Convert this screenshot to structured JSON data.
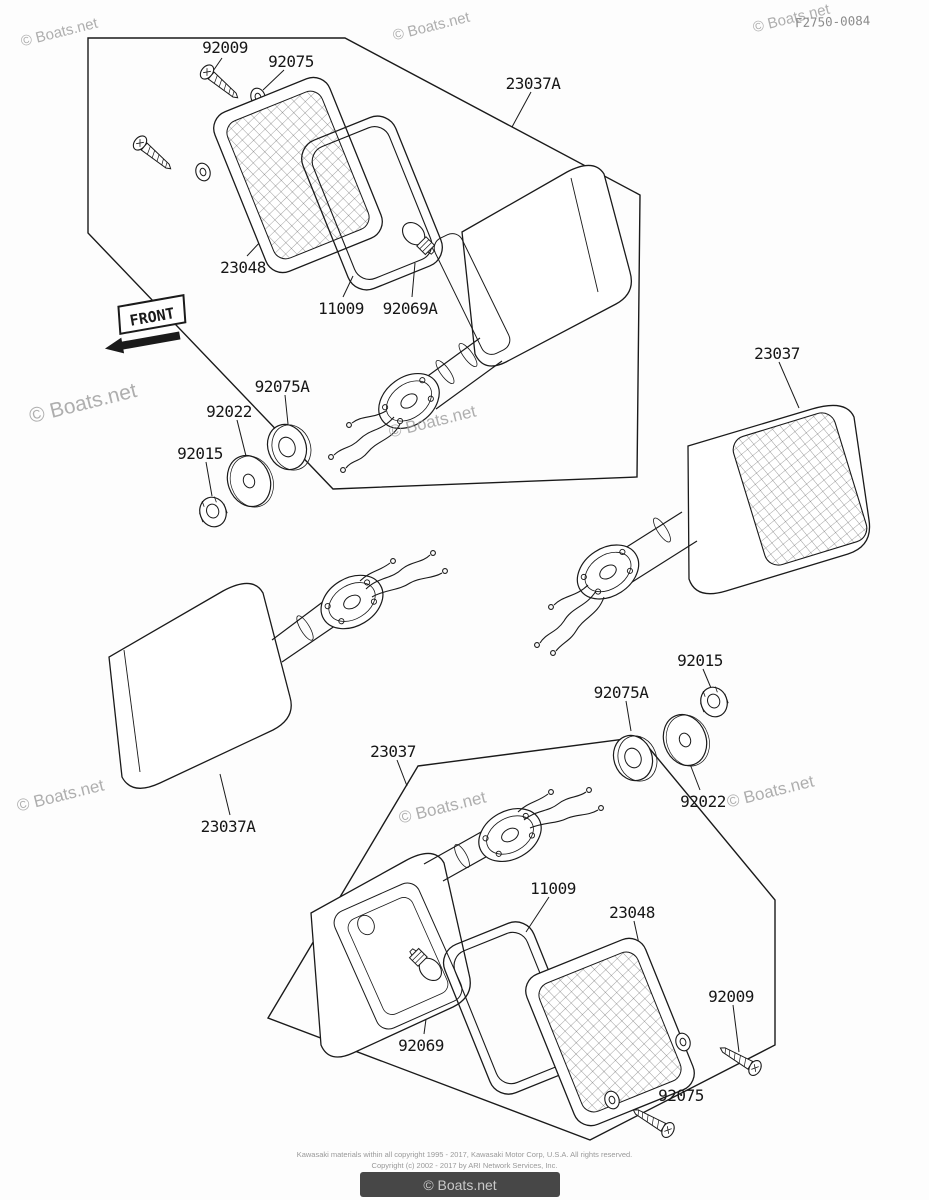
{
  "meta": {
    "diagram_code": "F2750-0084"
  },
  "watermark": {
    "text": "© Boats.net"
  },
  "front_label": "FRONT",
  "footer": {
    "line1": "Kawasaki materials within all copyright 1995 - 2017, Kawasaki Motor Corp, U.S.A.  All rights reserved.",
    "line2": "Copyright (c) 2002 - 2017 by ARI Network Services, Inc."
  },
  "labels": [
    {
      "id": "92009-top",
      "text": "92009"
    },
    {
      "id": "92075-top",
      "text": "92075"
    },
    {
      "id": "23037A-top",
      "text": "23037A"
    },
    {
      "id": "23048-top",
      "text": "23048"
    },
    {
      "id": "11009-top",
      "text": "11009"
    },
    {
      "id": "92069A",
      "text": "92069A"
    },
    {
      "id": "23037-right",
      "text": "23037"
    },
    {
      "id": "92075A-left",
      "text": "92075A"
    },
    {
      "id": "92022-left",
      "text": "92022"
    },
    {
      "id": "92015-left",
      "text": "92015"
    },
    {
      "id": "92015-right",
      "text": "92015"
    },
    {
      "id": "92075A-right",
      "text": "92075A"
    },
    {
      "id": "92022-right",
      "text": "92022"
    },
    {
      "id": "23037-bottom",
      "text": "23037"
    },
    {
      "id": "23037A-left",
      "text": "23037A"
    },
    {
      "id": "11009-bottom",
      "text": "11009"
    },
    {
      "id": "23048-bottom",
      "text": "23048"
    },
    {
      "id": "92009-bottom",
      "text": "92009"
    },
    {
      "id": "92069",
      "text": "92069"
    },
    {
      "id": "92075-bottom",
      "text": "92075"
    }
  ]
}
